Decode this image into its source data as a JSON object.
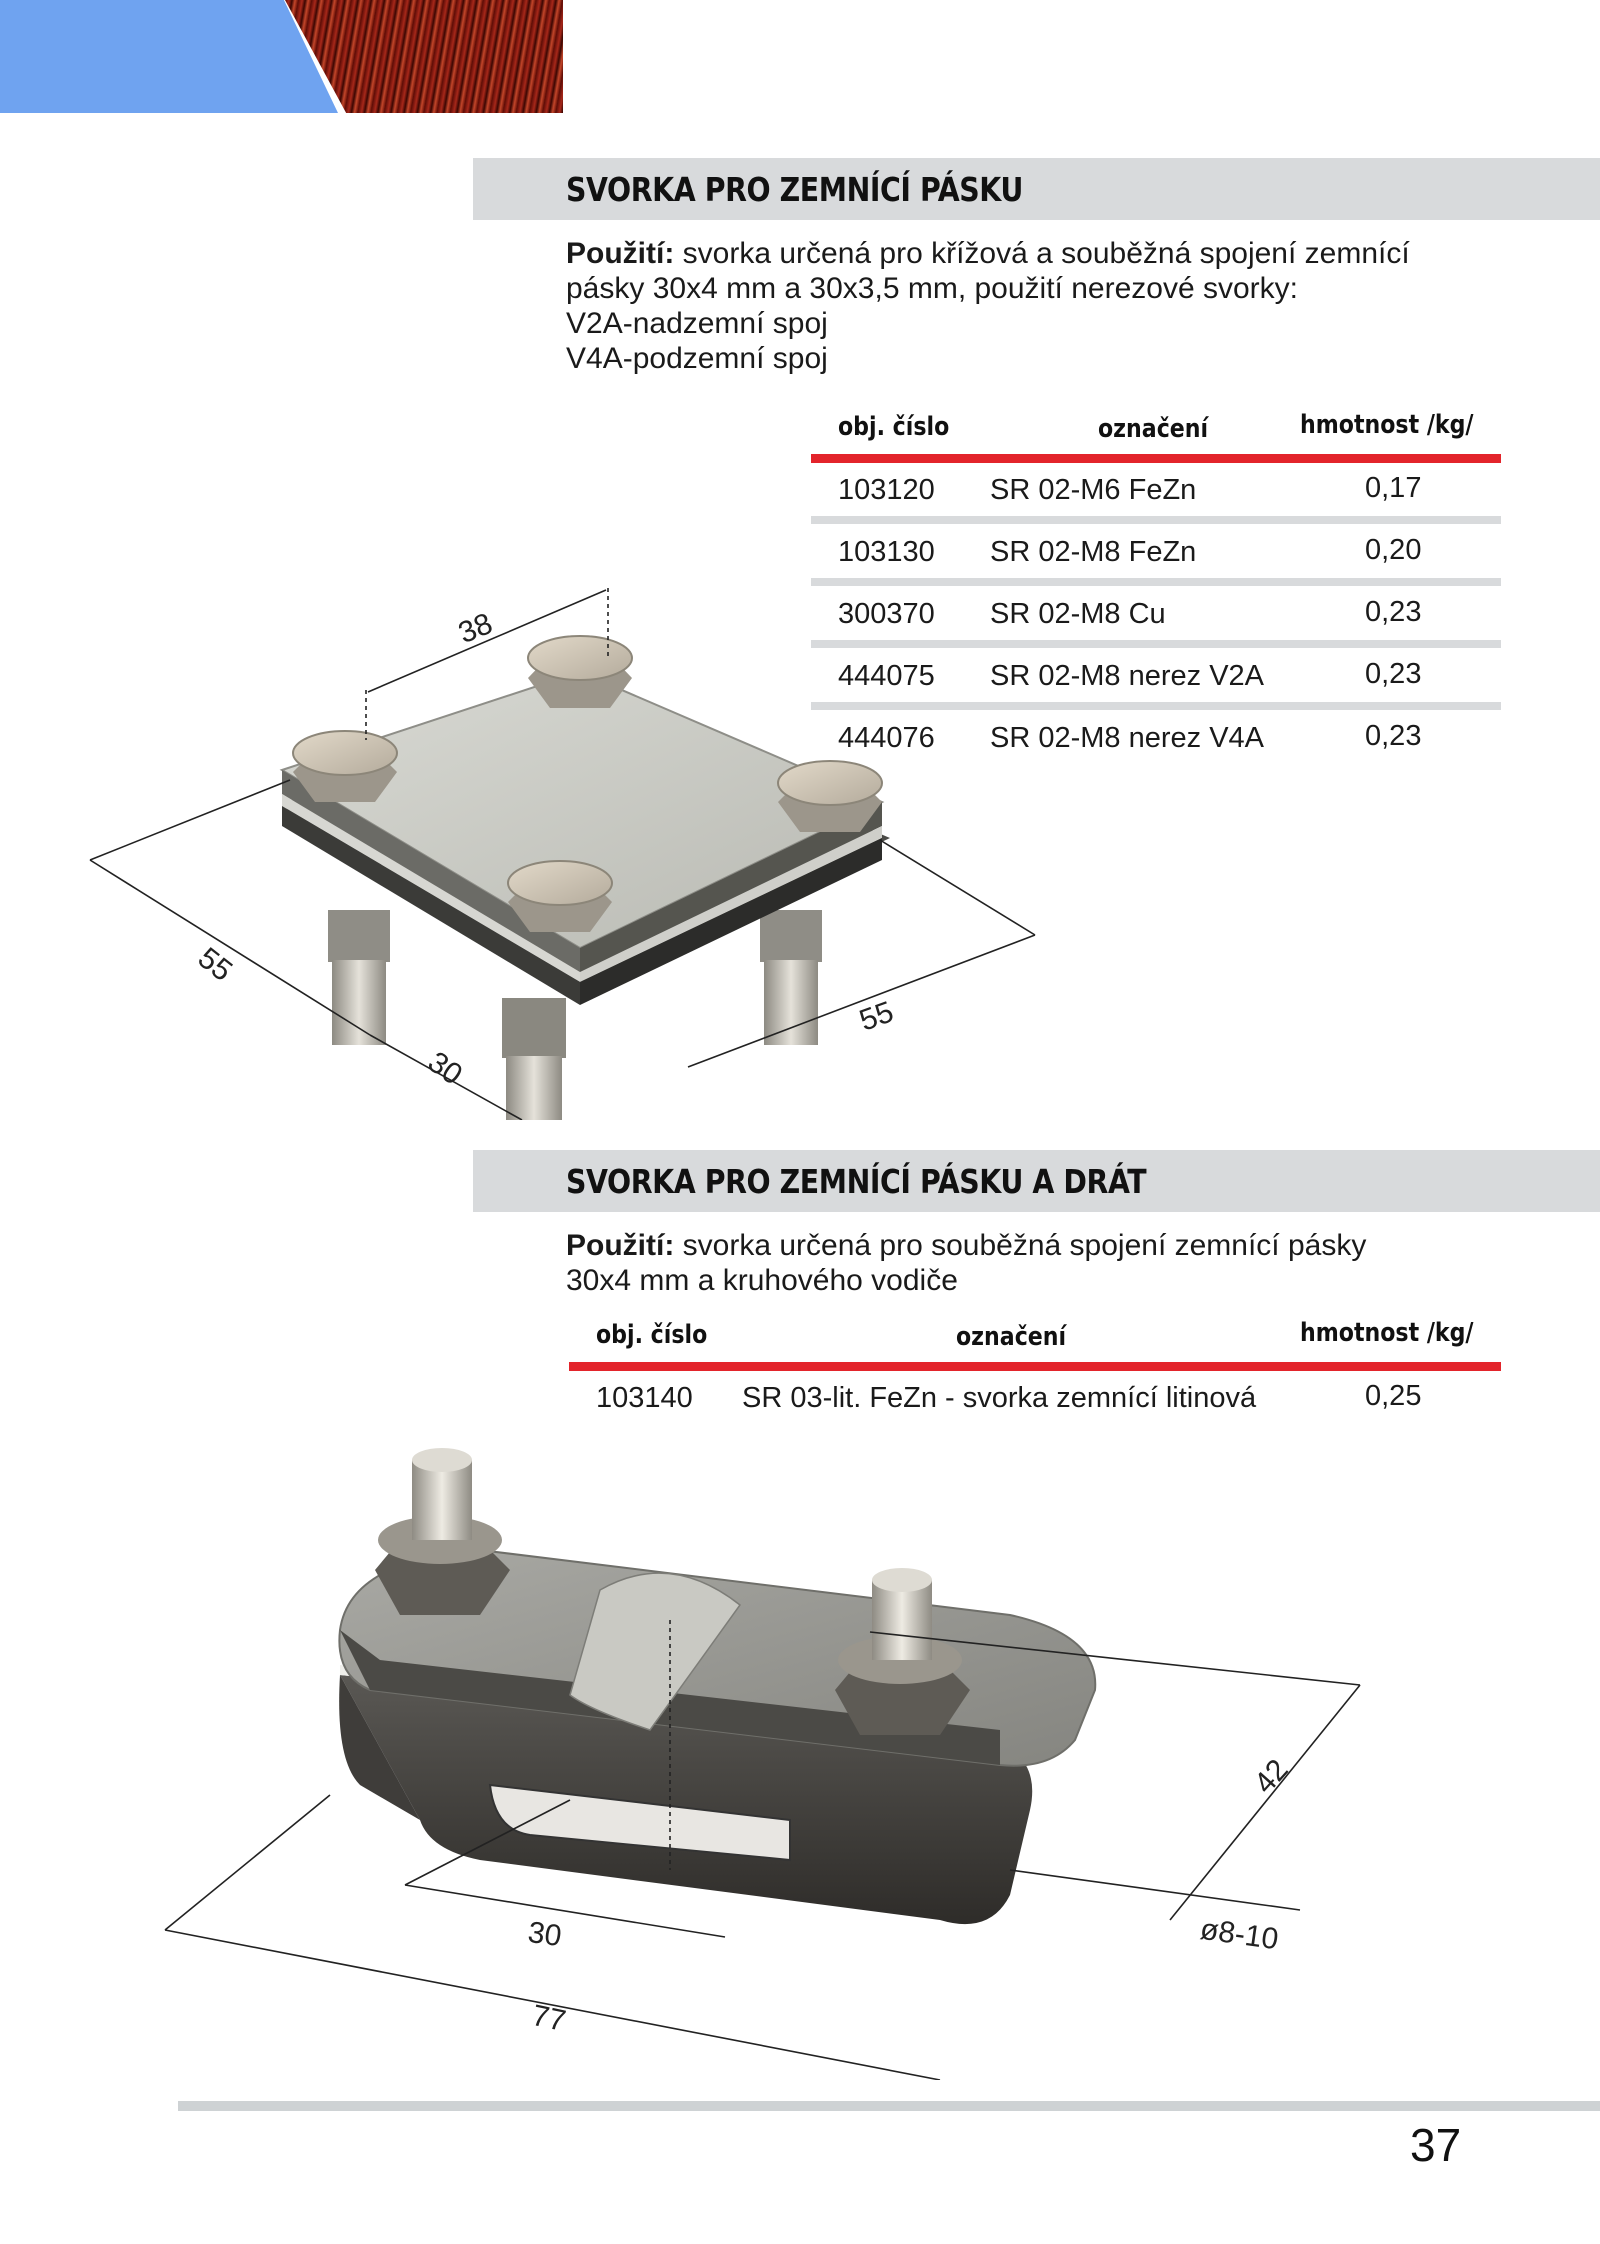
{
  "section1": {
    "title": "SVORKA PRO ZEMNÍCÍ PÁSKU",
    "usage_label": "Použití:",
    "usage_text_line1": " svorka určená pro křížová a souběžná spojení zemnící",
    "usage_text_line2": "pásky 30x4 mm a 30x3,5 mm, použití nerezové svorky:",
    "usage_text_line3": "V2A-nadzemní spoj",
    "usage_text_line4": "V4A-podzemní spoj",
    "table": {
      "headers": [
        "obj. číslo",
        "označení",
        "hmotnost /kg/"
      ],
      "rows": [
        [
          "103120",
          "SR 02-M6 FeZn",
          "0,17"
        ],
        [
          "103130",
          "SR 02-M8 FeZn",
          "0,20"
        ],
        [
          "300370",
          "SR 02-M8 Cu",
          "0,23"
        ],
        [
          "444075",
          "SR 02-M8 nerez V2A",
          "0,23"
        ],
        [
          "444076",
          "SR 02-M8 nerez V4A",
          "0,23"
        ]
      ]
    },
    "dimensions": [
      "38",
      "55",
      "55",
      "30"
    ]
  },
  "section2": {
    "title": "SVORKA PRO ZEMNÍCÍ PÁSKU A DRÁT",
    "usage_label": "Použití:",
    "usage_text_line1": " svorka určená pro souběžná spojení zemnící pásky",
    "usage_text_line2": "30x4 mm a kruhového vodiče",
    "table": {
      "headers": [
        "obj. číslo",
        "označení",
        "hmotnost /kg/"
      ],
      "rows": [
        [
          "103140",
          "SR 03-lit. FeZn - svorka zemnící litinová",
          "0,25"
        ]
      ]
    },
    "dimensions": [
      "42",
      "30",
      "ø8-10",
      "77"
    ]
  },
  "page_number": "37",
  "colors": {
    "accent_red": "#e3242b",
    "bar_grey": "#d8dadc",
    "header_blue": "#6fa3f0"
  }
}
